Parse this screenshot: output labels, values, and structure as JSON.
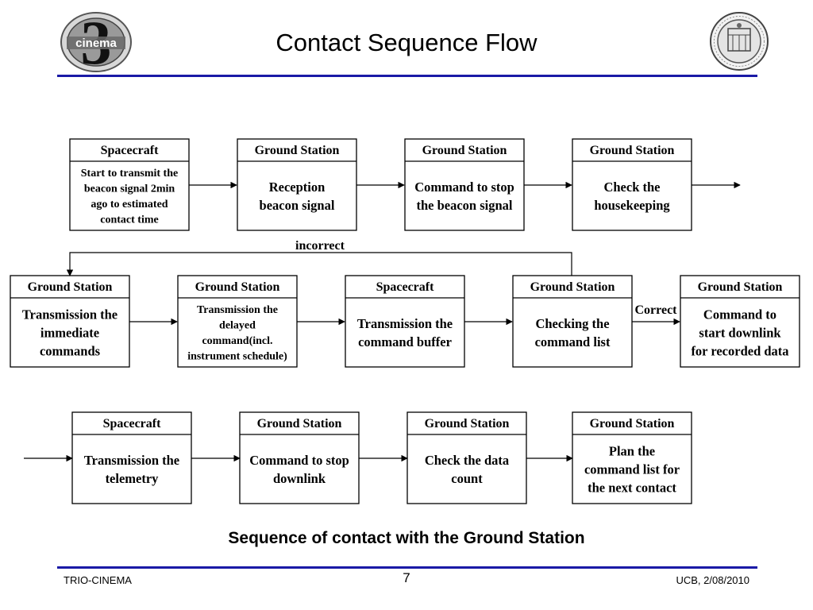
{
  "slide": {
    "title": "Contact Sequence Flow",
    "caption": "Sequence of contact with the Ground Station",
    "footer_left": "TRIO-CINEMA",
    "page_number": "7",
    "footer_right": "UCB, 2/08/2010",
    "accent_color": "#1a1aa6"
  },
  "logos": {
    "left_text": "cinema",
    "left_numeral": "3",
    "right_icon": "university-seal-icon"
  },
  "flow": {
    "row1": [
      {
        "actor": "Spacecraft",
        "lines": [
          "Start to transmit the",
          "beacon signal 2min",
          "ago to estimated",
          "contact time"
        ]
      },
      {
        "actor": "Ground Station",
        "lines": [
          "Reception",
          "beacon signal"
        ]
      },
      {
        "actor": "Ground Station",
        "lines": [
          "Command to stop",
          "the beacon signal"
        ]
      },
      {
        "actor": "Ground Station",
        "lines": [
          "Check the",
          "housekeeping"
        ]
      }
    ],
    "row2": [
      {
        "actor": "Ground Station",
        "lines": [
          "Transmission the",
          "immediate",
          "commands"
        ]
      },
      {
        "actor": "Ground Station",
        "lines": [
          "Transmission the",
          "delayed",
          "command(incl.",
          "instrument schedule)"
        ]
      },
      {
        "actor": "Spacecraft",
        "lines": [
          "Transmission the",
          "command buffer"
        ]
      },
      {
        "actor": "Ground Station",
        "lines": [
          "Checking the",
          "command list"
        ]
      },
      {
        "actor": "Ground Station",
        "lines": [
          "Command to",
          "start downlink",
          "for recorded data"
        ]
      }
    ],
    "row3": [
      {
        "actor": "Spacecraft",
        "lines": [
          "Transmission the",
          "telemetry"
        ]
      },
      {
        "actor": "Ground Station",
        "lines": [
          "Command to stop",
          "downlink"
        ]
      },
      {
        "actor": "Ground Station",
        "lines": [
          "Check the data",
          "count"
        ]
      },
      {
        "actor": "Ground Station",
        "lines": [
          "Plan the",
          "command list for",
          "the next contact"
        ]
      }
    ],
    "label_incorrect": "incorrect",
    "label_correct": "Correct"
  }
}
